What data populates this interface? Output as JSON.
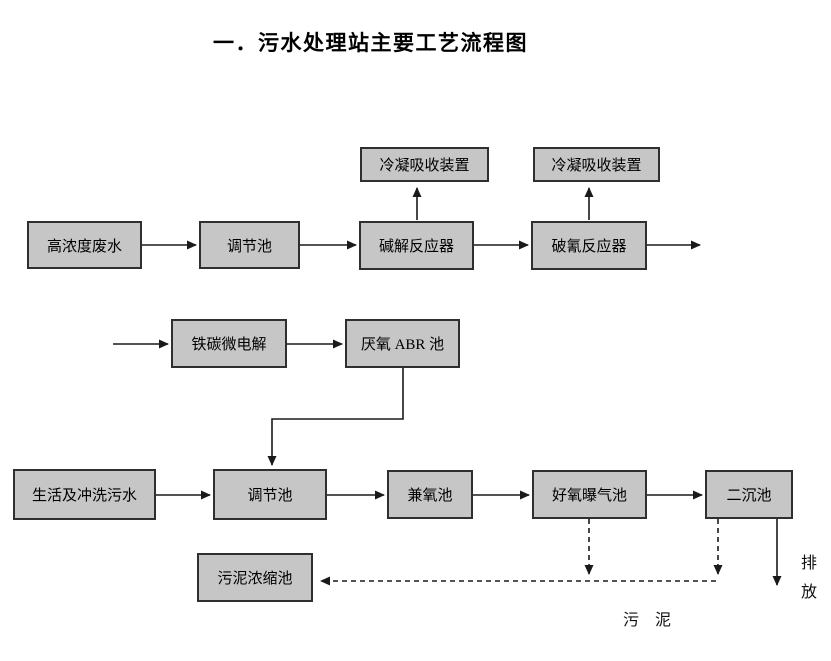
{
  "title": "一．污水处理站主要工艺流程图",
  "nodes": {
    "condenser_left": "冷凝吸收装置",
    "condenser_right": "冷凝吸收装置",
    "high_strength_wastewater": "高浓度废水",
    "regulating_tank_top": "调节池",
    "alkaline_hydrolysis_reactor": "碱解反应器",
    "cyanide_breaking_reactor": "破氰反应器",
    "iron_carbon_microelectrolysis": "铁碳微电解",
    "anaerobic_abr_tank": "厌氧 ABR 池",
    "domestic_flushing_sewage": "生活及冲洗污水",
    "regulating_tank_bottom": "调节池",
    "facultative_tank": "兼氧池",
    "aerobic_aeration_tank": "好氧曝气池",
    "secondary_sedimentation_tank": "二沉池",
    "sludge_thickening_tank": "污泥浓缩池"
  },
  "annotations": {
    "discharge": "排\n放",
    "sludge": "污 泥"
  },
  "colors": {
    "background": "#ffffff",
    "box_fill": "#c6c6c6",
    "box_border": "#2f2f2f",
    "line": "#1a1a1a"
  }
}
